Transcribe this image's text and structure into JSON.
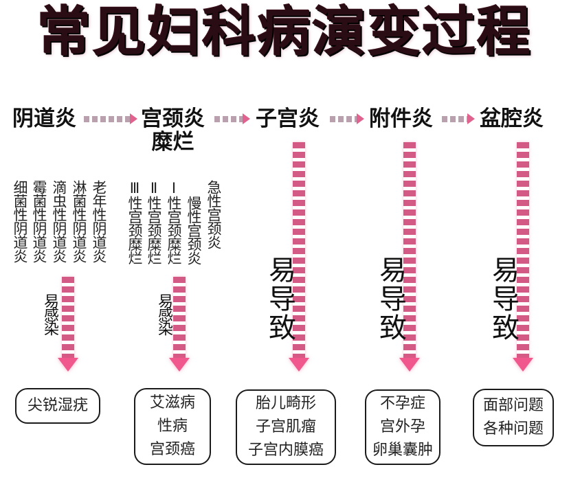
{
  "title": "常见妇科病演变过程",
  "colors": {
    "title": "#2a0d14",
    "arrow_pink": "#f0578c",
    "arrow_dots": "#d45a86",
    "box_border": "#1a1a1a"
  },
  "stages": [
    {
      "label": "阴道炎",
      "sub": ""
    },
    {
      "label": "宫颈炎",
      "sub": "糜烂"
    },
    {
      "label": "子宫炎",
      "sub": ""
    },
    {
      "label": "附件炎",
      "sub": ""
    },
    {
      "label": "盆腔炎",
      "sub": ""
    }
  ],
  "subtypes": {
    "vaginitis": [
      "细菌性阴道炎",
      "霉菌性阴道炎",
      "滴虫性阴道炎",
      "淋菌性阴道炎",
      "老年性阴道炎"
    ],
    "cervicitis": [
      "Ⅲ性宫颈糜烂",
      "Ⅱ性宫颈糜烂",
      "Ⅰ性宫颈糜烂",
      "慢性宫颈炎",
      "急性宫颈炎"
    ]
  },
  "arrow_labels": {
    "susceptible": "易感染",
    "leads_to": "易导致"
  },
  "outcomes": [
    {
      "lines": [
        "尖锐湿疣"
      ]
    },
    {
      "lines": [
        "艾滋病",
        "性病",
        "宫颈癌"
      ]
    },
    {
      "lines": [
        "胎儿畸形",
        "子宫肌瘤",
        "子宫内膜癌"
      ]
    },
    {
      "lines": [
        "不孕症",
        "宫外孕",
        "卵巢囊肿"
      ]
    },
    {
      "lines": [
        "面部问题",
        "各种问题"
      ]
    }
  ]
}
